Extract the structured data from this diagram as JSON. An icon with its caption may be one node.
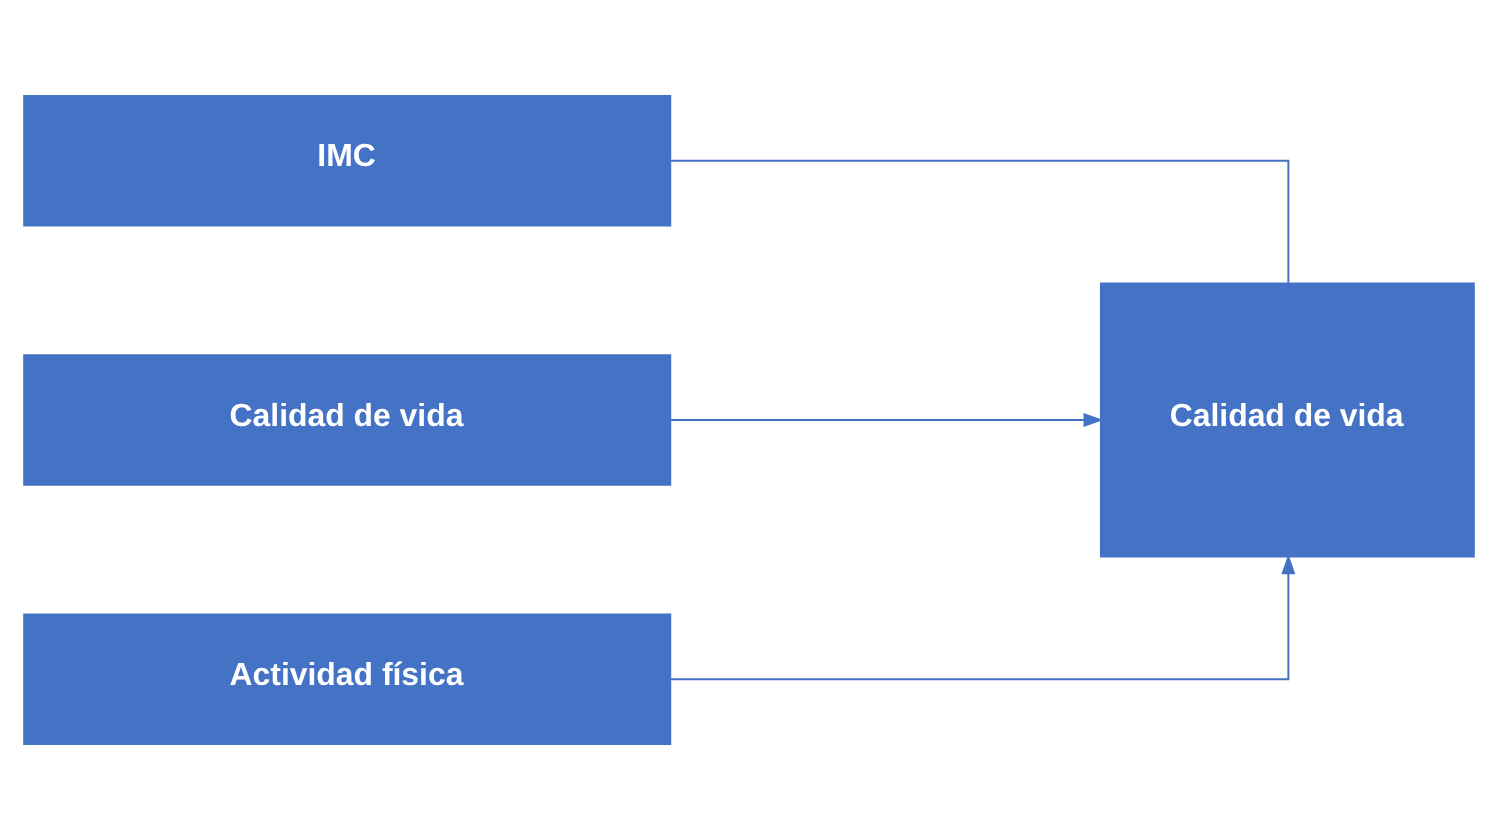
{
  "diagram": {
    "nodes": [
      {
        "text": [
          "IMC"
        ]
      },
      {
        "text": [
          "Calidad de vida"
        ]
      },
      {
        "text": [
          "Actividad física"
        ]
      },
      {
        "text": [
          "Calidad de vida"
        ]
      }
    ],
    "edges": [
      {
        "from": 0,
        "to": 3,
        "arrow": "none"
      },
      {
        "from": 1,
        "to": 3,
        "arrow": "to"
      },
      {
        "from": 2,
        "to": 3,
        "arrow": "to"
      }
    ]
  }
}
